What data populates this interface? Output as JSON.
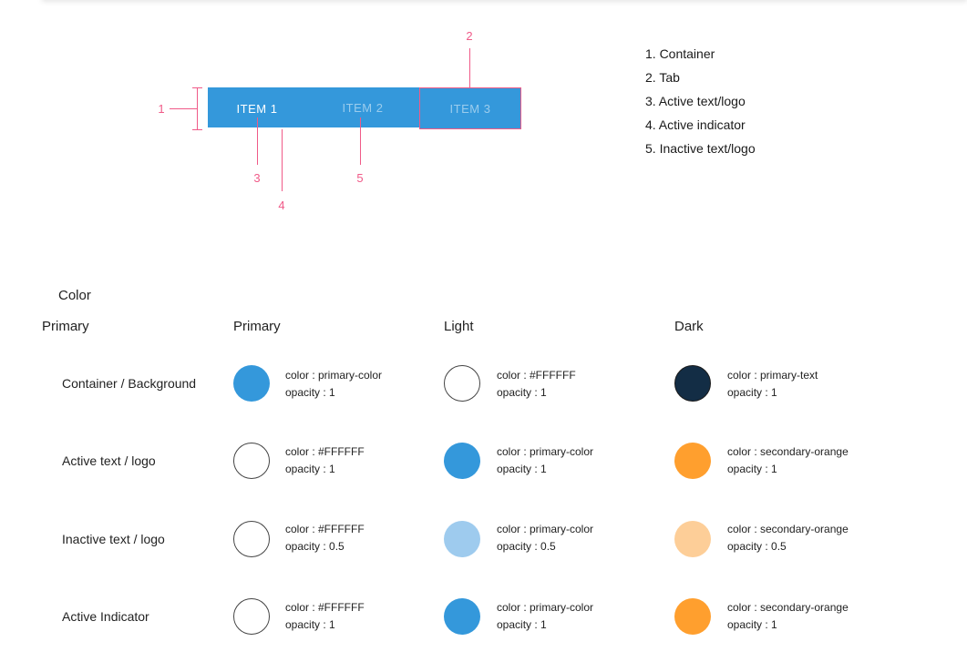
{
  "diagram": {
    "tabs": [
      {
        "label": "ITEM 1",
        "state": "active"
      },
      {
        "label": "ITEM 2",
        "state": "inactive"
      },
      {
        "label": "ITEM 3",
        "state": "inactive"
      }
    ],
    "callouts": [
      "1",
      "2",
      "3",
      "4",
      "5"
    ],
    "legend": [
      "1. Container",
      "2. Tab",
      "3. Active text/logo",
      "4. Active indicator",
      "5. Inactive text/logo"
    ]
  },
  "colors": {
    "primary_color": "#3498db",
    "primary_light": "#9ecbee",
    "primary_text": "#132d45",
    "secondary_orange": "#ff9f2e",
    "secondary_orange_light": "#fdce98",
    "white": "#ffffff",
    "annotation_pink": "#f05a88"
  },
  "color_section": {
    "title": "Color",
    "columns": [
      "Primary",
      "Primary",
      "Light",
      "Dark"
    ],
    "rows": [
      {
        "label": "Container / Background",
        "cells": [
          {
            "color": "color : primary-color",
            "opacity": "opacity : 1",
            "swatch": "#3498db"
          },
          {
            "color": "color : #FFFFFF",
            "opacity": "opacity : 1",
            "swatch": "#ffffff"
          },
          {
            "color": "color : primary-text",
            "opacity": "opacity : 1",
            "swatch": "#132d45"
          }
        ]
      },
      {
        "label": "Active text / logo",
        "cells": [
          {
            "color": "color : #FFFFFF",
            "opacity": "opacity : 1",
            "swatch": "#ffffff"
          },
          {
            "color": "color : primary-color",
            "opacity": "opacity : 1",
            "swatch": "#3498db"
          },
          {
            "color": "color : secondary-orange",
            "opacity": "opacity : 1",
            "swatch": "#ff9f2e"
          }
        ]
      },
      {
        "label": "Inactive text / logo",
        "cells": [
          {
            "color": "color : #FFFFFF",
            "opacity": "opacity : 0.5",
            "swatch": "#ffffff"
          },
          {
            "color": "color : primary-color",
            "opacity": "opacity : 0.5",
            "swatch": "#9ecbee"
          },
          {
            "color": "color : secondary-orange",
            "opacity": "opacity : 0.5",
            "swatch": "#fdce98"
          }
        ]
      },
      {
        "label": "Active Indicator",
        "cells": [
          {
            "color": "color : #FFFFFF",
            "opacity": "opacity : 1",
            "swatch": "#ffffff"
          },
          {
            "color": "color : primary-color",
            "opacity": "opacity : 1",
            "swatch": "#3498db"
          },
          {
            "color": "color : secondary-orange",
            "opacity": "opacity : 1",
            "swatch": "#ff9f2e"
          }
        ]
      }
    ]
  }
}
